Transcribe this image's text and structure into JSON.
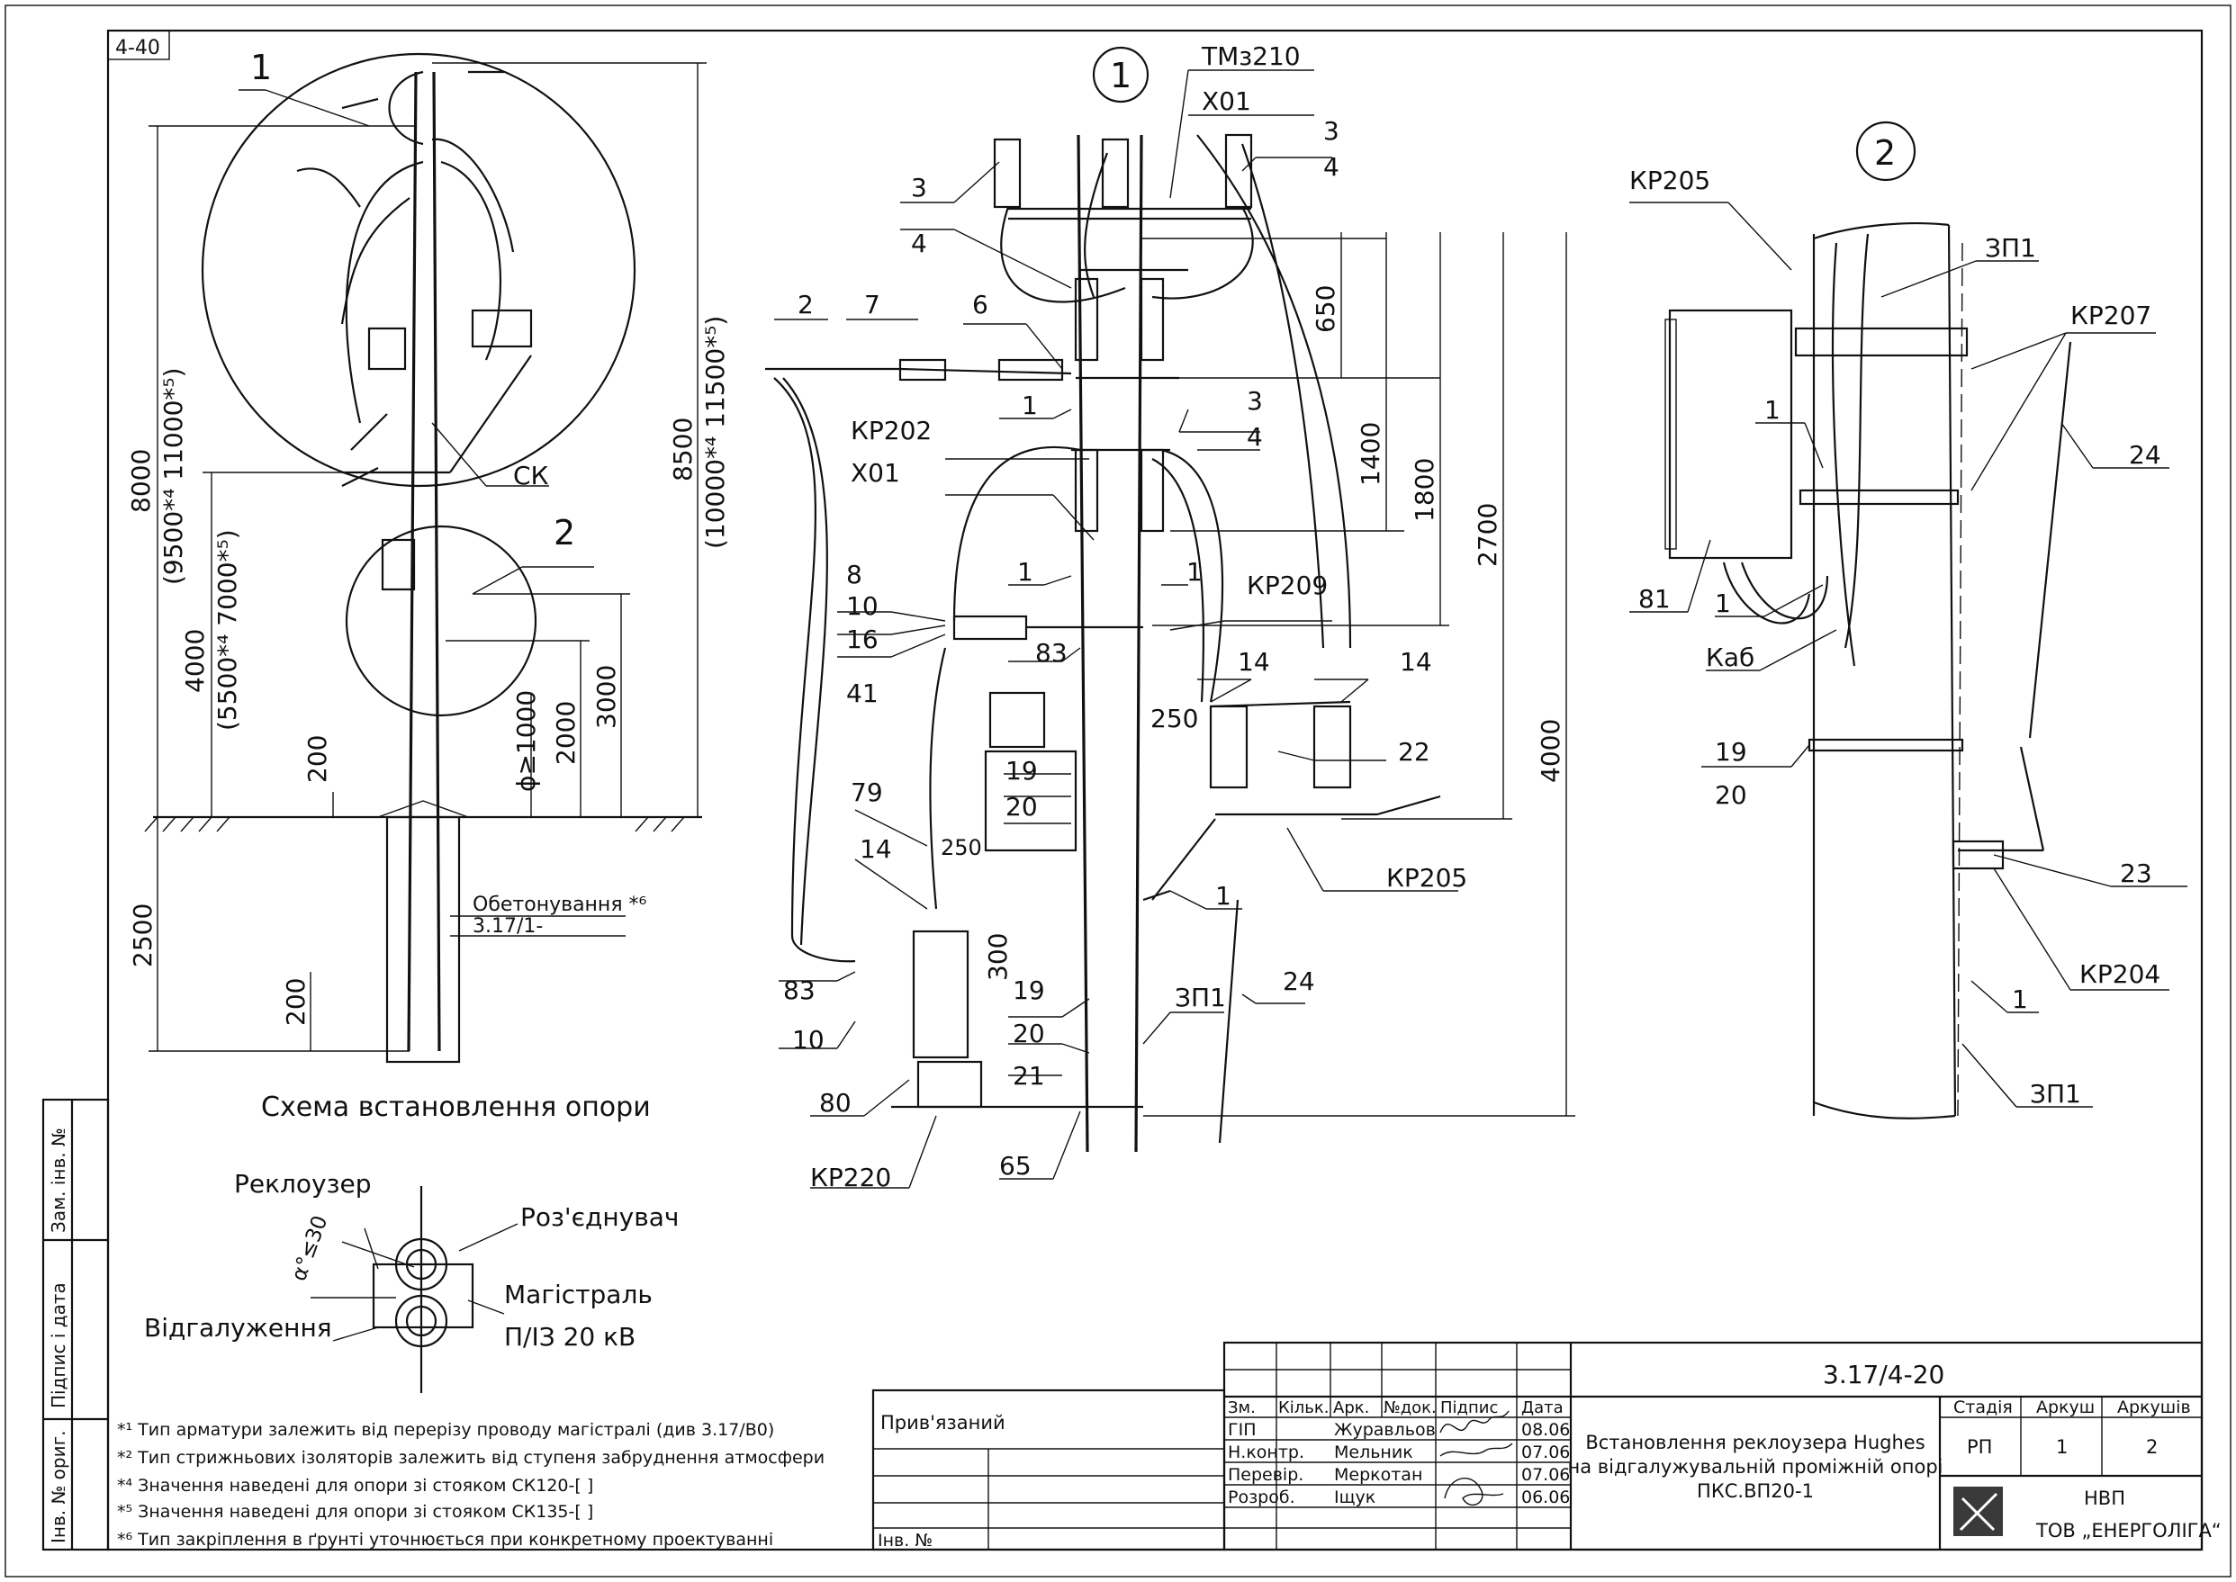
{
  "sheet_code": "4-40",
  "left_view": {
    "callout_1": "1",
    "callout_2": "2",
    "sk_label": "СК",
    "dim_8000": "8000",
    "dim_8000_alt": "(9500*⁴ 11000*⁵)",
    "dim_8500": "8500",
    "dim_8500_alt": "(10000*⁴ 11500*⁵)",
    "dim_4000": "4000",
    "dim_4000_alt": "(5500*⁴ 7000*⁵)",
    "dim_3000": "3000",
    "dim_2000": "2000",
    "dim_phi": "ɸ≥1000",
    "dim_200_top": "200",
    "dim_2500": "2500",
    "dim_200_bot": "200",
    "concrete_note": "Обетонування *⁶",
    "concrete_ref": "3.17/1-",
    "caption": "Схема встановлення опори"
  },
  "center_view": {
    "title_num": "1",
    "labels": {
      "tm": "ТМз210",
      "x01_top": "Х01",
      "n3_left": "3",
      "n4_left": "4",
      "n3_right": "3",
      "n4_right": "4",
      "n2": "2",
      "n7": "7",
      "n6": "6",
      "n1_a": "1",
      "kr202": "КР202",
      "x01_mid": "Х01",
      "n3_mid": "3",
      "n4_mid": "4",
      "n1_b": "1",
      "n1_c": "1",
      "n8": "8",
      "n10": "10",
      "n16": "16",
      "kr209": "КР209",
      "n83_top": "83",
      "n14_a": "14",
      "n14_b": "14",
      "n41": "41",
      "n250_a": "250",
      "n250_b": "250",
      "n22": "22",
      "n19_a": "19",
      "n20_a": "20",
      "n79": "79",
      "n14_c": "14",
      "kr205": "КР205",
      "n1_d": "1",
      "n300": "300",
      "n24": "24",
      "n83_bot": "83",
      "n19_b": "19",
      "n20_b": "20",
      "zp1": "ЗП1",
      "n10_bot": "10",
      "n21": "21",
      "n80": "80",
      "kr220": "КР220",
      "n65": "65"
    },
    "dims": {
      "d650": "650",
      "d1400": "1400",
      "d1800": "1800",
      "d2700": "2700",
      "d4000": "4000"
    }
  },
  "right_view": {
    "title_num": "2",
    "labels": {
      "kr205": "КР205",
      "zp1_top": "ЗП1",
      "kr207": "КР207",
      "n1_a": "1",
      "n24": "24",
      "n81": "81",
      "n1_b": "1",
      "kab": "Каб",
      "n19": "19",
      "n20": "20",
      "n23": "23",
      "kr204": "КР204",
      "n1_c": "1",
      "zp1_bot": "ЗП1"
    }
  },
  "plan": {
    "recloser": "Реклоузер",
    "disconnector": "Роз'єднувач",
    "angle": "α°≤30",
    "branch": "Відгалуження",
    "main_line": "Магістраль",
    "main_line_spec": "П/ІЗ 20 кВ"
  },
  "notes": [
    "*¹ Тип арматури залежить від перерізу проводу магістралі (див 3.17/В0)",
    "*² Тип стрижньових ізоляторів залежить від ступеня забруднення атмосфери",
    "*⁴ Значення наведені для опори зі стояком СК120-[  ]",
    "*⁵ Значення наведені для опори зі стояком СК135-[  ]",
    "*⁶ Тип закріплення в ґрунті уточнюється при конкретному проектуванні"
  ],
  "side_stamp": {
    "zam": "Зам. інв. №",
    "pidpys": "Підпис і дата",
    "inv": "Інв. № ориг."
  },
  "title_block": {
    "doc_code": "3.17/4-20",
    "attached": "Прив'язаний",
    "inv_no": "Інв. №",
    "headers": [
      "Зм.",
      "Кільк.",
      "Арк.",
      "№док.",
      "Підпис",
      "Дата"
    ],
    "rows": [
      {
        "role": "ГІП",
        "name": "Журавльов",
        "date": "08.06"
      },
      {
        "role": "Н.контр.",
        "name": "Мельник",
        "date": "07.06"
      },
      {
        "role": "Перевір.",
        "name": "Меркотан",
        "date": "07.06"
      },
      {
        "role": "Розроб.",
        "name": "Іщук",
        "date": "06.06"
      }
    ],
    "description": [
      "Встановлення реклоузера Hughes",
      "на відгалужувальній проміжній опорі",
      "ПКС.ВП20-1"
    ],
    "stage_header": "Стадія",
    "sheet_header": "Аркуш",
    "sheets_header": "Аркушів",
    "stage": "РП",
    "sheet": "1",
    "sheets": "2",
    "company_1": "НВП",
    "company_2": "ТОВ „ЕНЕРГОЛІГА“"
  }
}
